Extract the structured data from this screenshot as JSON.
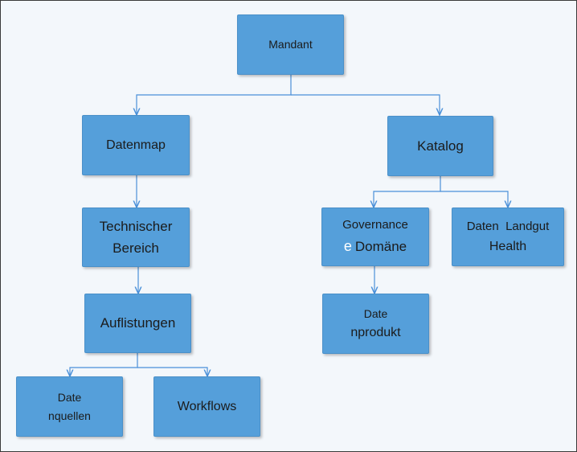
{
  "nodes": {
    "mandant": "Mandant",
    "datenmap": "Datenmap",
    "katalog": "Katalog",
    "technischer_bereich": {
      "line1": "Technischer",
      "line2": "Bereich"
    },
    "governance_domaene": {
      "line1": "Governance",
      "prefix": "e",
      "line2": "Domäne"
    },
    "daten_landgut_health": {
      "line1": "Daten  Landgut",
      "line2": "Health"
    },
    "auflistungen": "Auflistungen",
    "datenprodukt": {
      "line1": "Date",
      "line2": "nprodukt"
    },
    "datenquellen": {
      "line1": "Date",
      "line2": "nquellen"
    },
    "workflows": "Workflows"
  },
  "colors": {
    "node_fill": "#559fda",
    "connector": "#4a90d9",
    "background": "#f3f7fb"
  }
}
